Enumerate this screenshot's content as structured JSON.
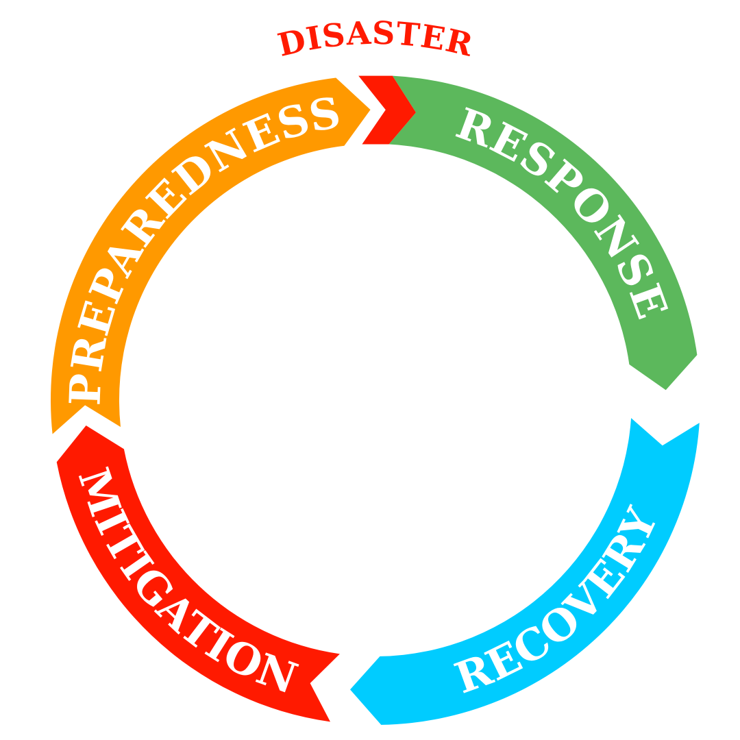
{
  "title": {
    "text": "DISASTER",
    "color": "#ff1a00"
  },
  "segments": [
    {
      "id": "preparedness",
      "label": "PREPAREDNESS",
      "color": "#ff9900"
    },
    {
      "id": "response",
      "label": "RESPONSE",
      "color": "#5cb85c"
    },
    {
      "id": "recovery",
      "label": "RECOVERY",
      "color": "#00ccff"
    },
    {
      "id": "mitigation",
      "label": "MITIGATION",
      "color": "#ff1a00"
    }
  ],
  "disaster_marker": {
    "color": "#ff1a00"
  }
}
